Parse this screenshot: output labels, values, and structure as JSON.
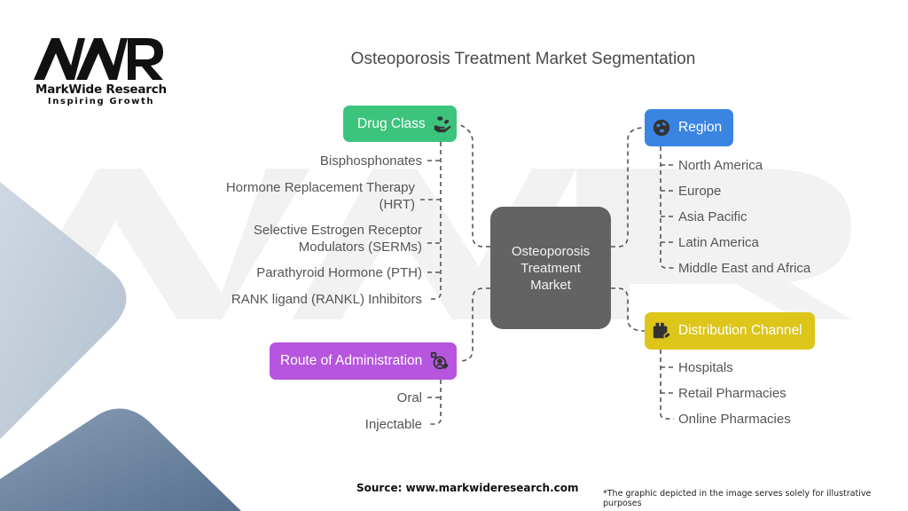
{
  "brand": {
    "logo_mark": "MWR",
    "name": "MarkWide Research",
    "tagline": "Inspiring Growth"
  },
  "title": "Osteoporosis Treatment Market Segmentation",
  "center": {
    "label": "Osteoporosis Treatment Market",
    "color": "#636363"
  },
  "branches": {
    "drug_class": {
      "label": "Drug Class",
      "icon": "pill-hand-icon",
      "color": "#3cc47c",
      "items": [
        "Bisphosphonates",
        "Hormone Replacement Therapy (HRT)",
        "Selective Estrogen Receptor Modulators (SERMs)",
        "Parathyroid Hormone (PTH)",
        "RANK ligand (RANKL) Inhibitors"
      ]
    },
    "route": {
      "label": "Route of Administration",
      "icon": "patient-route-icon",
      "color": "#b655de",
      "items": [
        "Oral",
        "Injectable"
      ]
    },
    "region": {
      "label": "Region",
      "icon": "globe-icon",
      "color": "#3b85e2",
      "items": [
        "North America",
        "Europe",
        "Asia Pacific",
        "Latin America",
        "Middle East and Africa"
      ]
    },
    "distribution": {
      "label": "Distribution Channel",
      "icon": "medical-bag-icon",
      "color": "#ddc51a",
      "items": [
        "Hospitals",
        "Retail Pharmacies",
        "Online Pharmacies"
      ]
    }
  },
  "footer": {
    "source": "Source: www.markwideresearch.com",
    "disclaimer": "*The graphic depicted in the image serves solely for illustrative purposes"
  }
}
